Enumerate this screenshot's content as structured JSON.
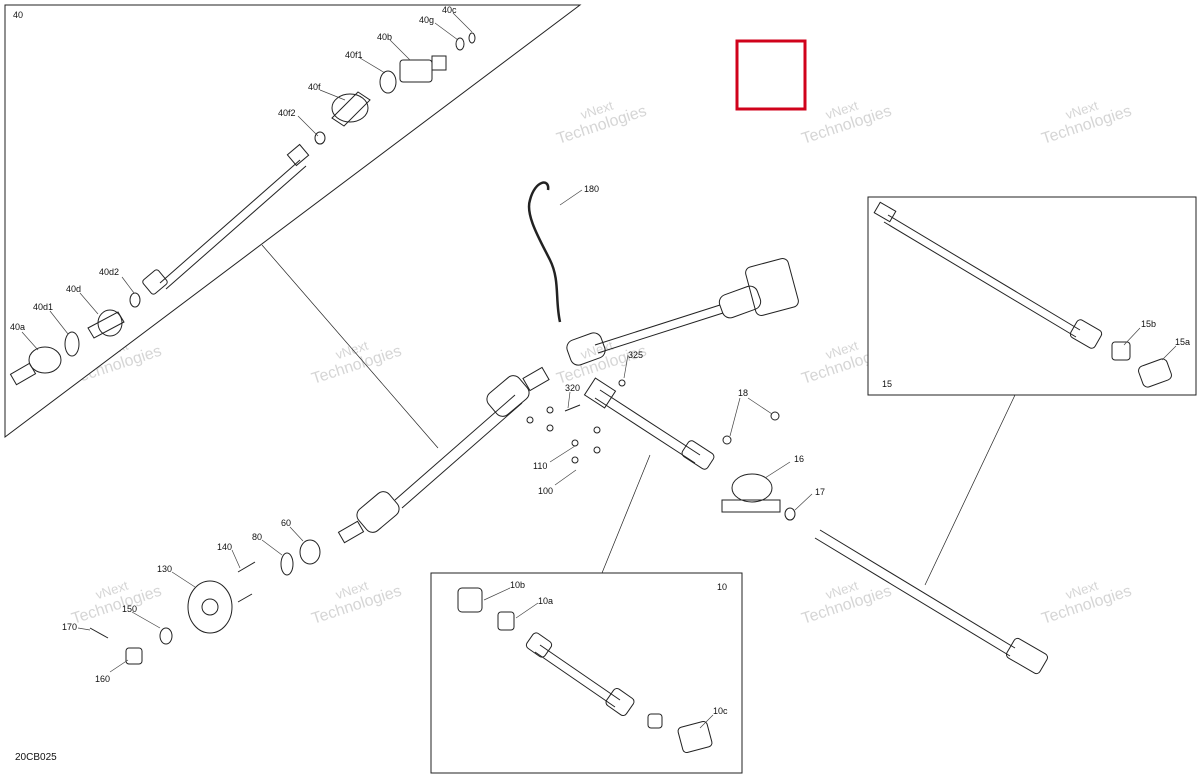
{
  "diagram_code": "20CB025",
  "watermark": {
    "line1": "vNext",
    "line2": "Technologies"
  },
  "insets": {
    "inset_40": "40",
    "inset_15": "15",
    "inset_10": "10"
  },
  "labels": {
    "l40c": "40c",
    "l40g": "40g",
    "l40b": "40b",
    "l40f1": "40f1",
    "l40f": "40f",
    "l40f2": "40f2",
    "l40d2": "40d2",
    "l40d": "40d",
    "l40d1": "40d1",
    "l40a": "40a",
    "l180": "180",
    "l325": "325",
    "l320": "320",
    "l110": "110",
    "l100": "100",
    "l18": "18",
    "l16": "16",
    "l17": "17",
    "l60": "60",
    "l80": "80",
    "l140": "140",
    "l130": "130",
    "l150": "150",
    "l170": "170",
    "l160": "160",
    "l10b": "10b",
    "l10a": "10a",
    "l10c": "10c",
    "l15b": "15b",
    "l15a": "15a"
  },
  "colors": {
    "line": "#222222",
    "highlight": "#d0021b",
    "watermark": "#c8c8c8"
  }
}
